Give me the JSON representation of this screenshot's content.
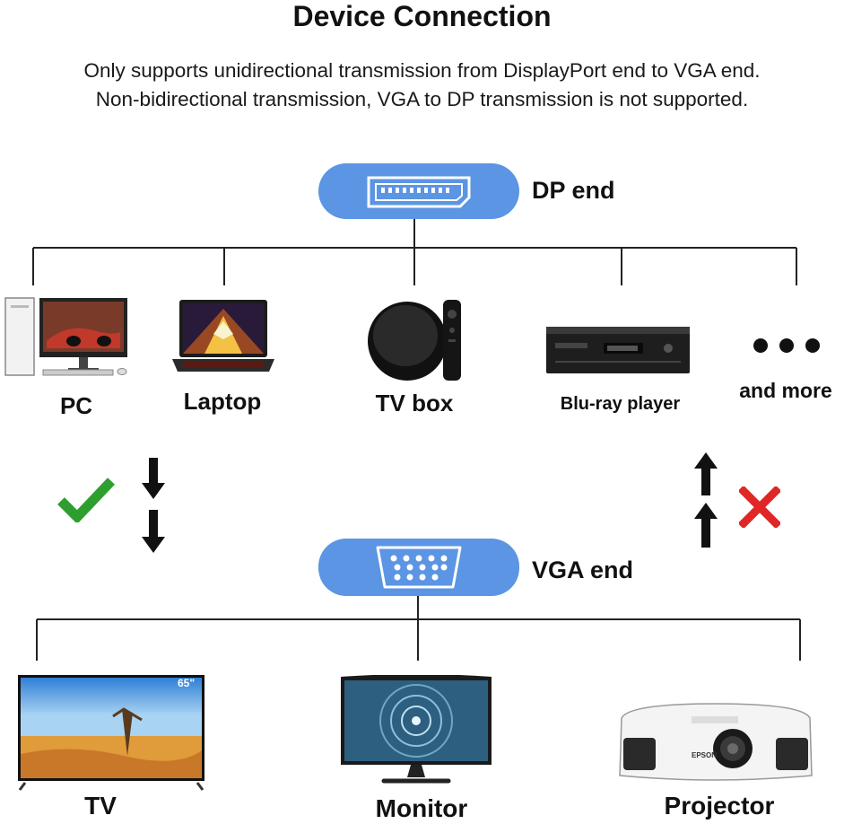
{
  "title": "Device Connection",
  "note": {
    "line1": "Only supports unidirectional transmission from DisplayPort end to VGA end.",
    "line2": "Non-bidirectional transmission, VGA to DP transmission is not supported."
  },
  "dp_end": {
    "label": "DP end",
    "icon": "displayport-connector-icon"
  },
  "vga_end": {
    "label": "VGA end",
    "icon": "vga-connector-icon"
  },
  "sources": [
    {
      "label": "PC",
      "icon": "desktop-pc-icon"
    },
    {
      "label": "Laptop",
      "icon": "laptop-icon"
    },
    {
      "label": "TV box",
      "icon": "tv-box-icon"
    },
    {
      "label": "Blu-ray player",
      "icon": "bluray-player-icon"
    },
    {
      "label": "and more",
      "icon": "more-dots-icon"
    }
  ],
  "displays": [
    {
      "label": "TV",
      "icon": "tv-icon",
      "size_badge": "65\""
    },
    {
      "label": "Monitor",
      "icon": "monitor-icon"
    },
    {
      "label": "Projector",
      "icon": "projector-icon",
      "brand": "EPSON"
    }
  ],
  "direction": {
    "supported": {
      "icon": "check-icon",
      "arrows": "down-arrow-icon",
      "color": "#2e9e2e"
    },
    "unsupported": {
      "icon": "cross-icon",
      "arrows": "up-arrow-icon",
      "color": "#e02626"
    }
  }
}
